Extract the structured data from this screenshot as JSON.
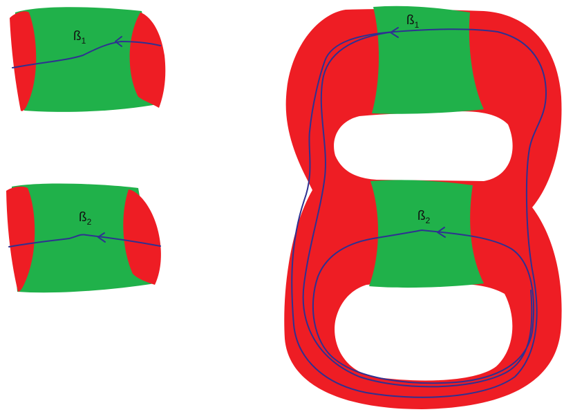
{
  "colors": {
    "band": "#20b14a",
    "cap": "#ee1d24",
    "curve": "#2e3191",
    "background": "#ffffff"
  },
  "labels": {
    "beta1_small": {
      "symbol": "ß",
      "index": "1"
    },
    "beta2_small": {
      "symbol": "ß",
      "index": "2"
    },
    "beta1_large": {
      "symbol": "ß",
      "index": "1"
    },
    "beta2_large": {
      "symbol": "ß",
      "index": "2"
    }
  }
}
